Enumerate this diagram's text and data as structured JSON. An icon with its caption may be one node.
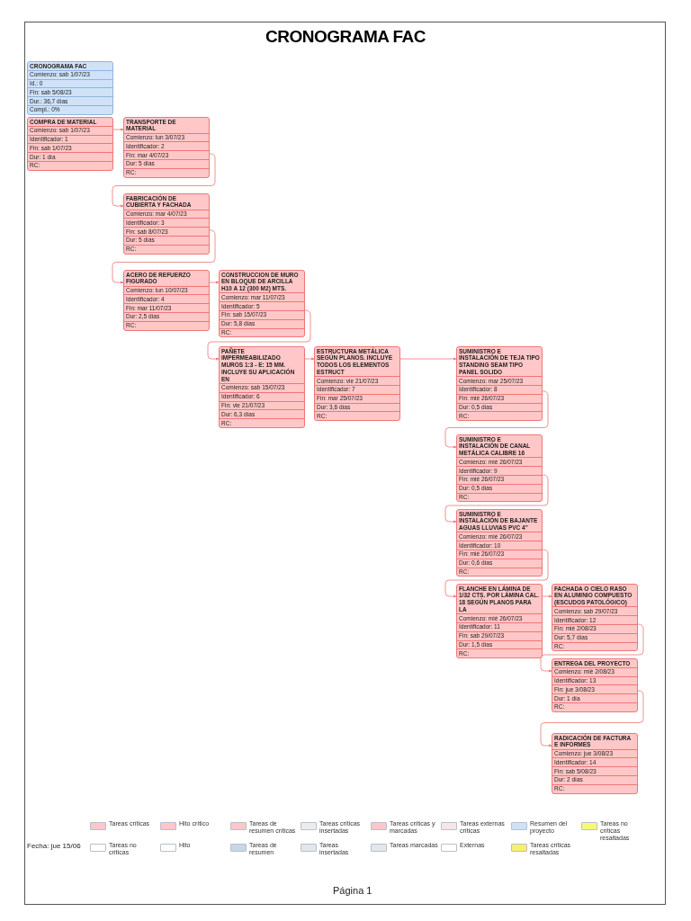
{
  "diagram": {
    "title": "CRONOGRAMA FAC",
    "nodes": [
      {
        "text": [
          "CRONOGRAMA FAC",
          "Comienzo: sab 1/07/23",
          "Id.: 0",
          "Fin: sab 5/08/23",
          "Dur.: 36,7 días",
          "Compl.: 0%"
        ]
      },
      {
        "text": [
          "COMPRA DE MATERIAL",
          "Comienzo: sab 1/07/23",
          "Identificador: 1",
          "Fin: sab 1/07/23",
          "Dur: 1 día",
          "RC:"
        ]
      },
      {
        "text": [
          "TRANSPORTE DE MATERIAL",
          "Comienzo: lun 3/07/23",
          "Identificador: 2",
          "Fin: mar 4/07/23",
          "Dur: 5 días",
          "RC:"
        ]
      },
      {
        "text": [
          "FABRICACIÓN DE CUBIERTA Y FACHADA",
          "Comienzo: mar 4/07/23",
          "Identificador: 3",
          "Fin: sab 8/07/23",
          "Dur: 5 días",
          "RC:"
        ]
      },
      {
        "text": [
          "ACERO DE REFUERZO FIGURADO",
          "Comienzo: lun 10/07/23",
          "Identificador: 4",
          "Fin: mar 11/07/23",
          "Dur: 2,5 días",
          "RC:"
        ]
      },
      {
        "text": [
          "CONSTRUCCION DE MURO EN BLOQUE DE ARCILLA H10 A 12 (300 M2) MTS.",
          "Comienzo: mar 11/07/23",
          "Identificador: 5",
          "Fin: sab 15/07/23",
          "Dur: 5,8 días",
          "RC:"
        ]
      },
      {
        "text": [
          "PAÑETE IMPERMEABILIZADO MUROS 1:3 - E: 15 MM. INCLUYE SU APLICACIÓN EN",
          "Comienzo: sab 15/07/23",
          "Identificador: 6",
          "Fin: vie 21/07/23",
          "Dur: 6,3 días",
          "RC:"
        ]
      },
      {
        "text": [
          "ESTRUCTURA METÁLICA SEGÚN PLANOS. INCLUYE TODOS LOS ELEMENTOS ESTRUCT",
          "Comienzo: vie 21/07/23",
          "Identificador: 7",
          "Fin: mar 25/07/23",
          "Dur: 3,6 días",
          "RC:"
        ]
      },
      {
        "text": [
          "SUMINISTRO E INSTALACIÓN DE TEJA TIPO STANDING SEAM TIPO PANEL SOLIDO",
          "Comienzo: mar 25/07/23",
          "Identificador: 8",
          "Fin: mié 26/07/23",
          "Dur: 0,5 días",
          "RC:"
        ]
      },
      {
        "text": [
          "SUMINISTRO E INSTALACIÓN DE CANAL METÁLICA CALIBRE 16",
          "Comienzo: mié 26/07/23",
          "Identificador: 9",
          "Fin: mié 26/07/23",
          "Dur: 0,5 días",
          "RC:"
        ]
      },
      {
        "text": [
          "SUMINISTRO E INSTALACIÓN DE BAJANTE AGUAS LLUVIAS PVC 4\"",
          "Comienzo: mié 26/07/23",
          "Identificador: 10",
          "Fin: mié 26/07/23",
          "Dur: 0,6 días",
          "RC:"
        ]
      },
      {
        "text": [
          "FLANCHE EN LÁMINA DE 1/32 CTS. POR LÁMINA CAL. 18 SEGÚN PLANOS PARA LA",
          "Comienzo: mié 26/07/23",
          "Identificador: 11",
          "Fin: sab 29/07/23",
          "Dur: 1,5 días",
          "RC:"
        ]
      },
      {
        "text": [
          "FACHADA O CIELO RASO EN ALUMINIO COMPUESTO (ESCUDOS PATOLÓGICO)",
          "Comienzo: sab 29/07/23",
          "Identificador: 12",
          "Fin: mié 2/08/23",
          "Dur: 5,7 días",
          "RC:"
        ]
      },
      {
        "text": [
          "ENTREGA DEL PROYECTO",
          "Comienzo: mié 2/08/23",
          "Identificador: 13",
          "Fin: jue 3/08/23",
          "Dur: 1 día",
          "RC:"
        ]
      },
      {
        "text": [
          "RADICACIÓN DE FACTURA E INFORMES",
          "Comienzo: jue 3/08/23",
          "Identificador: 14",
          "Fin: sab 5/08/23",
          "Dur: 2 días",
          "RC:"
        ]
      }
    ],
    "edges": [
      {
        "from": 1,
        "to": 2,
        "arrow": "to"
      },
      {
        "from": 2,
        "to": 3,
        "arrow": "to"
      },
      {
        "from": 3,
        "to": 4,
        "arrow": "to"
      },
      {
        "from": 4,
        "to": 5,
        "arrow": "to"
      },
      {
        "from": 5,
        "to": 6,
        "arrow": "to"
      },
      {
        "from": 6,
        "to": 7,
        "arrow": "to"
      },
      {
        "from": 7,
        "to": 8,
        "arrow": "to"
      },
      {
        "from": 8,
        "to": 9,
        "arrow": "to"
      },
      {
        "from": 9,
        "to": 10,
        "arrow": "to"
      },
      {
        "from": 10,
        "to": 11,
        "arrow": "to"
      },
      {
        "from": 11,
        "to": 12,
        "arrow": "to"
      },
      {
        "from": 12,
        "to": 13,
        "arrow": "to"
      },
      {
        "from": 13,
        "to": 14,
        "arrow": "to"
      }
    ],
    "labels": [
      "Fecha: jue 15/06",
      "Página 1"
    ],
    "legend": [
      {
        "text": "Tareas críticas",
        "color": "#ffc7c7"
      },
      {
        "text": "Hito crítico",
        "color": "#ffc7c7"
      },
      {
        "text": "Tareas de resumen críticas",
        "color": "#ffc7c7"
      },
      {
        "text": "Tareas críticas insertadas",
        "color": "#ececec"
      },
      {
        "text": "Tareas críticas y marcadas",
        "color": "#ffc7c7"
      },
      {
        "text": "Tareas externas críticas",
        "color": "#f6e6e6"
      },
      {
        "text": "Resumen del proyecto",
        "color": "#cfe2f7"
      },
      {
        "text": "Tareas no críticas resaltadas",
        "color": "#f7f77a"
      },
      {
        "text": "Tareas no críticas",
        "color": "#ffffff"
      },
      {
        "text": "Hito",
        "color": "#ffffff"
      },
      {
        "text": "Tareas de resumen",
        "color": "#c9d6e6"
      },
      {
        "text": "Tareas insertadas",
        "color": "#e3e6ea"
      },
      {
        "text": "Tareas marcadas",
        "color": "#e3e6ea"
      },
      {
        "text": "Externas",
        "color": "#ffffff"
      },
      {
        "text": "Tareas críticas resaltadas",
        "color": "#f9ee6e"
      }
    ]
  }
}
